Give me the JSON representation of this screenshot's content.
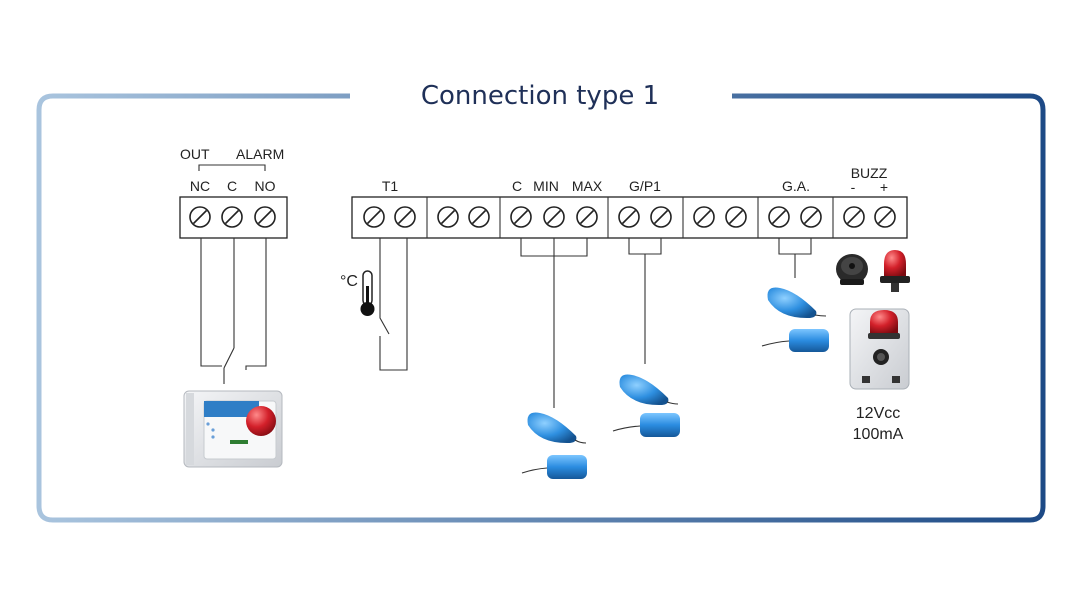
{
  "title": "Connection type 1",
  "out_label": "OUT",
  "alarm_label": "ALARM",
  "relay": {
    "nc": "NC",
    "c": "C",
    "no": "NO"
  },
  "t1_label": "T1",
  "celsius_label": "°C",
  "level": {
    "c": "C",
    "min": "MIN",
    "max": "MAX"
  },
  "gp1_label": "G/P1",
  "ga_label": "G.A.",
  "buzz_label": "BUZZ",
  "buzz_minus": "-",
  "buzz_plus": "+",
  "supply_voltage": "12Vcc",
  "supply_current": "100mA",
  "colors": {
    "frame_left": "#a9c4de",
    "frame_right": "#1d4a86",
    "title": "#1f3058",
    "float_blue": "#2e8fe0",
    "lamp_red": "#d3202a"
  }
}
